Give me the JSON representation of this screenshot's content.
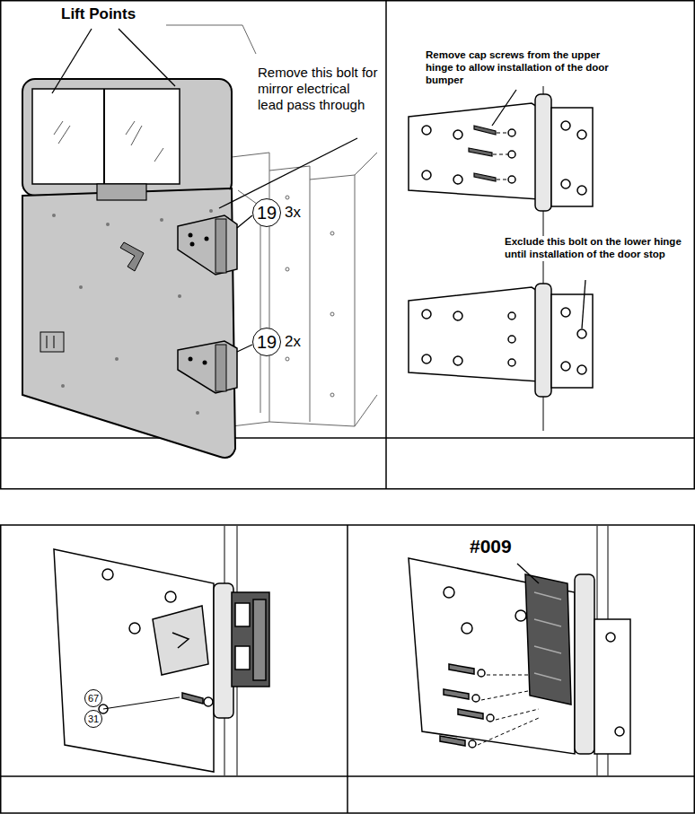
{
  "diagram": {
    "nodes": [
      {
        "text": [
          "19"
        ]
      },
      {
        "text": [
          "19"
        ]
      },
      {
        "text": [
          "67"
        ]
      },
      {
        "text": [
          "31"
        ]
      }
    ],
    "labels": [
      "Lift Points",
      "Remove this bolt for mirror electrical lead pass through",
      "3x",
      "2x",
      "Remove cap screws from the upper hinge to allow installation of the door bumper",
      "Exclude this bolt on the lower hinge until installation of the door stop",
      "#009"
    ]
  }
}
